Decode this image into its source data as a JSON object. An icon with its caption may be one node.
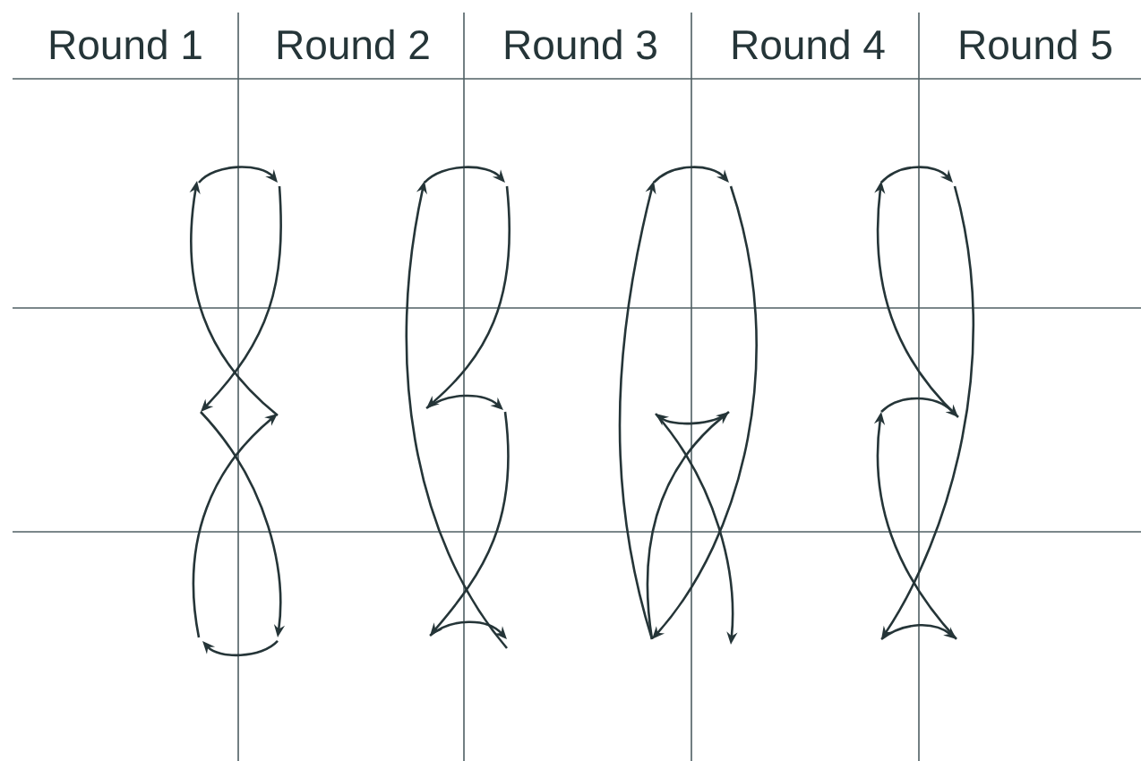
{
  "diagram": {
    "labels": [
      "Round 1",
      "Round 2",
      "Round 3",
      "Round 4",
      "Round 5"
    ]
  }
}
